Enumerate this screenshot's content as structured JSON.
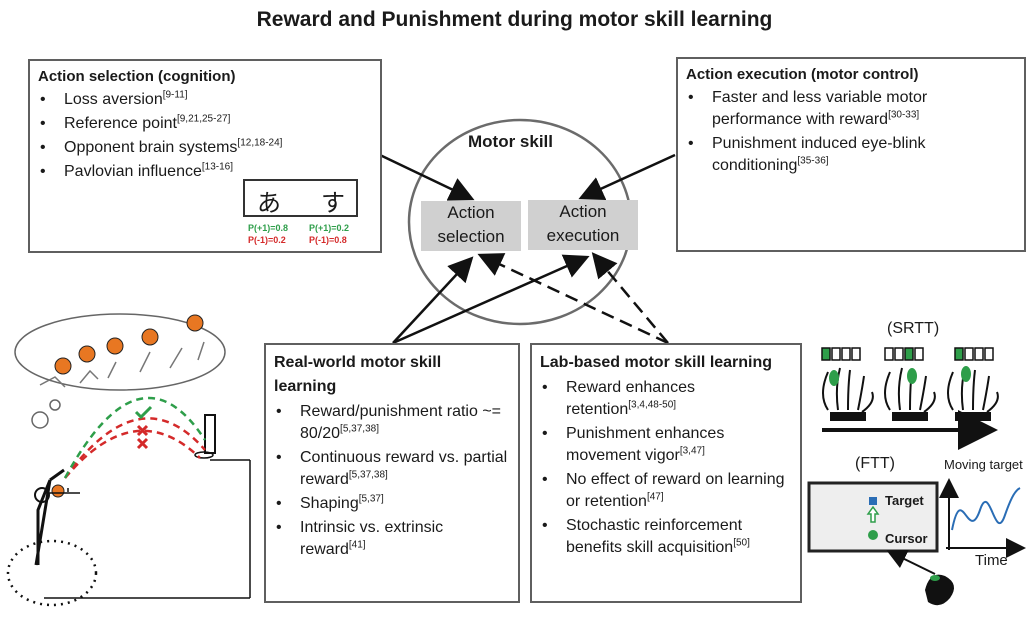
{
  "title": "Reward and Punishment during motor skill learning",
  "center": {
    "label": "Motor skill",
    "selection": [
      "Action",
      "selection"
    ],
    "execution": [
      "Action",
      "execution"
    ]
  },
  "boxes": {
    "cognition": {
      "heading": "Action selection (cognition)",
      "items": [
        {
          "text": "Loss aversion",
          "ref": "[9-11]"
        },
        {
          "text": "Reference point",
          "ref": "[9,21,25-27]"
        },
        {
          "text": "Opponent brain systems",
          "ref": "[12,18-24]"
        },
        {
          "text": "Pavlovian influence",
          "ref": "[13-16]"
        }
      ]
    },
    "motor": {
      "heading": "Action execution (motor control)",
      "items": [
        {
          "text": "Faster and less variable motor performance with reward",
          "ref": "[30-33]"
        },
        {
          "text": "Punishment induced eye-blink conditioning",
          "ref": "[35-36]"
        }
      ]
    },
    "realworld": {
      "heading": "Real-world motor skill learning",
      "items": [
        {
          "text": "Reward/punishment ratio ~= 80/20",
          "ref": "[5,37,38]"
        },
        {
          "text": "Continuous reward vs. partial reward",
          "ref": "[5,37,38]"
        },
        {
          "text": "Shaping",
          "ref": "[5,37]"
        },
        {
          "text": "Intrinsic  vs. extrinsic reward",
          "ref": "[41]"
        }
      ]
    },
    "lab": {
      "heading": "Lab-based motor skill learning",
      "items": [
        {
          "text": "Reward enhances retention",
          "ref": "[3,4,48-50]"
        },
        {
          "text": "Punishment enhances movement vigor",
          "ref": "[3,47]"
        },
        {
          "text": "No effect of reward on learning or retention",
          "ref": "[47]"
        },
        {
          "text": "Stochastic reinforcement benefits skill acquisition",
          "ref": "[50]"
        }
      ]
    }
  },
  "kana": {
    "left": "あ",
    "right": "す",
    "left_probs": [
      "P(+1)=0.8",
      "P(-1)=0.2"
    ],
    "right_probs": [
      "P(+1)=0.2",
      "P(-1)=0.8"
    ]
  },
  "srtt": {
    "label": "(SRTT)"
  },
  "ftt": {
    "label": "(FTT)",
    "target": "Target",
    "cursor": "Cursor",
    "plot_title": "Moving target",
    "plot_xlabel": "Time"
  },
  "colors": {
    "reward": "#2e9e4a",
    "punish": "#d42a2a",
    "border": "#5f5f5f",
    "pill": "#d0d0d0",
    "ball": "#e87722",
    "target": "#2a6db5"
  }
}
